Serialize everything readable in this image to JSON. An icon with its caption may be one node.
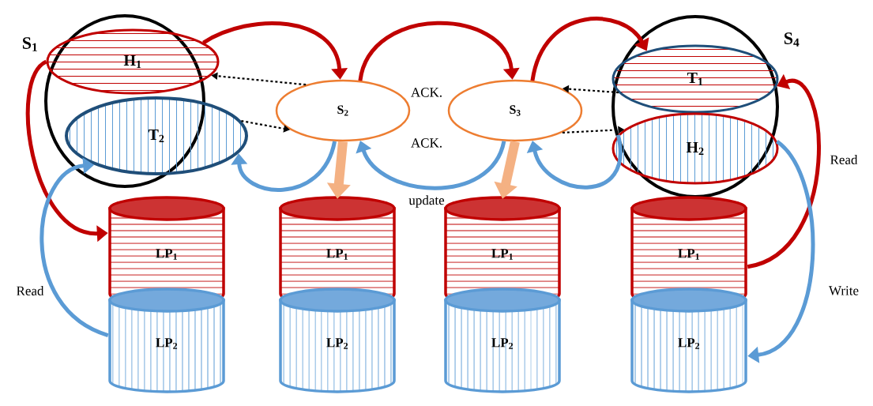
{
  "diagram": {
    "nodes": [
      {
        "text": [
          "S$_{1}$"
        ]
      },
      {
        "text": [
          "H$_{1}$"
        ]
      },
      {
        "text": [
          "T$_{2}$"
        ]
      },
      {
        "text": [
          "S$_{2}$"
        ]
      },
      {
        "text": [
          "S$_{3}$"
        ]
      },
      {
        "text": [
          "S$_{4}$"
        ]
      },
      {
        "text": [
          "T$_{1}$"
        ],
        "in": 5
      },
      {
        "text": [
          "H$_{2}$"
        ],
        "in": 5
      },
      {
        "text": [
          "LP$_{1}$"
        ]
      },
      {
        "text": [
          "LP$_{1}$"
        ]
      },
      {
        "text": [
          "LP$_{1}$"
        ]
      },
      {
        "text": [
          "LP$_{1}$"
        ]
      },
      {
        "text": [
          "LP$_{2}$"
        ]
      },
      {
        "text": [
          "LP$_{2}$"
        ]
      },
      {
        "text": [
          "LP$_{2}$"
        ]
      },
      {
        "text": [
          "LP$_{2}$"
        ]
      }
    ],
    "edges": [
      {
        "from": 1,
        "to": 3,
        "arrow": "to",
        "color": "#c00000"
      },
      {
        "from": 3,
        "to": 4,
        "arrow": "to",
        "color": "#c00000",
        "label": "ACK."
      },
      {
        "from": 4,
        "to": 6,
        "arrow": "to",
        "color": "#c00000"
      },
      {
        "from": 3,
        "to": 1,
        "arrow": "to",
        "style": "dashed",
        "color": "#000000"
      },
      {
        "from": 2,
        "to": 3,
        "arrow": "to",
        "style": "dashed",
        "color": "#000000"
      },
      {
        "from": 6,
        "to": 4,
        "arrow": "to",
        "style": "dashed",
        "color": "#000000"
      },
      {
        "from": 4,
        "to": 7,
        "arrow": "to",
        "style": "dashed",
        "color": "#000000"
      },
      {
        "from": 3,
        "to": 2,
        "arrow": "to",
        "color": "#5b9bd5"
      },
      {
        "from": 4,
        "to": 3,
        "arrow": "to",
        "color": "#5b9bd5",
        "label": "ACK."
      },
      {
        "from": 7,
        "to": 4,
        "arrow": "to",
        "color": "#5b9bd5"
      },
      {
        "from": 3,
        "to": 9,
        "arrow": "to",
        "style": "thick",
        "color": "#f4b183"
      },
      {
        "from": 4,
        "to": 10,
        "arrow": "to",
        "style": "thick",
        "color": "#f4b183"
      },
      {
        "from": 1,
        "to": 8,
        "arrow": "to",
        "color": "#c00000"
      },
      {
        "from": 12,
        "to": 2,
        "arrow": "to",
        "color": "#5b9bd5",
        "label": "Read"
      },
      {
        "from": 11,
        "to": 6,
        "arrow": "to",
        "color": "#c00000",
        "label": "Read"
      },
      {
        "from": 7,
        "to": 15,
        "arrow": "to",
        "color": "#5b9bd5",
        "label": "Write"
      }
    ],
    "labels": [
      "update"
    ]
  }
}
